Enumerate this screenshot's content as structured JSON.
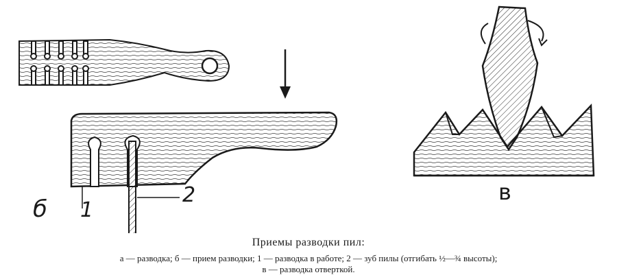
{
  "labels": {
    "b": "б",
    "one": "1",
    "two": "2",
    "v": "в"
  },
  "caption": {
    "title": "Приемы разводки пил:",
    "line1": "а — разводка; б — прием разводки; 1 — разводка в работе; 2 — зуб пилы (отгибать ½—¾ высоты);",
    "line2": "в — разводка отверткой."
  }
}
